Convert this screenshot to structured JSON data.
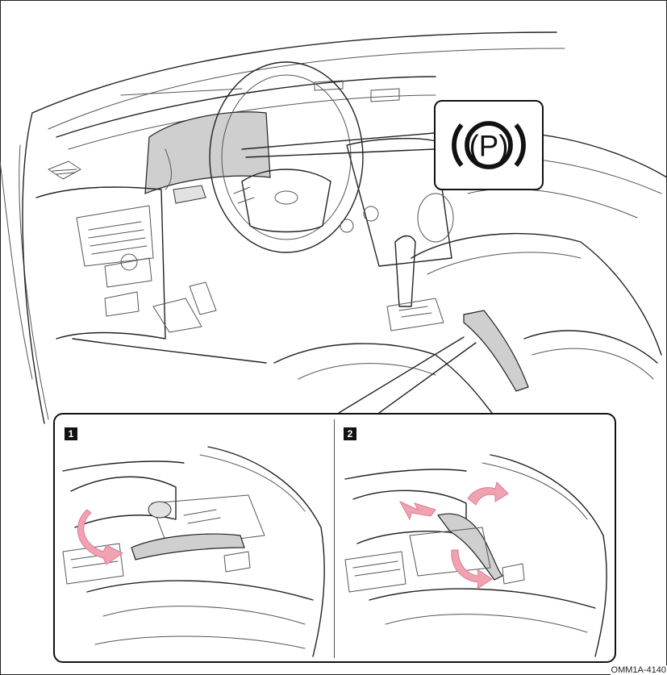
{
  "figure": {
    "reference_code": "OMM1A-4140",
    "indicator_symbol": "(P)",
    "steps": [
      {
        "number": "1"
      },
      {
        "number": "2"
      }
    ]
  },
  "colors": {
    "line": "#222222",
    "arrow": "#f0a2b1",
    "symbol_box_border": "#111111",
    "step_badge": "#111111"
  },
  "icons": {
    "indicator": "parking-brake-warning-icon",
    "release_arrow": "curved-arrow-icon"
  }
}
